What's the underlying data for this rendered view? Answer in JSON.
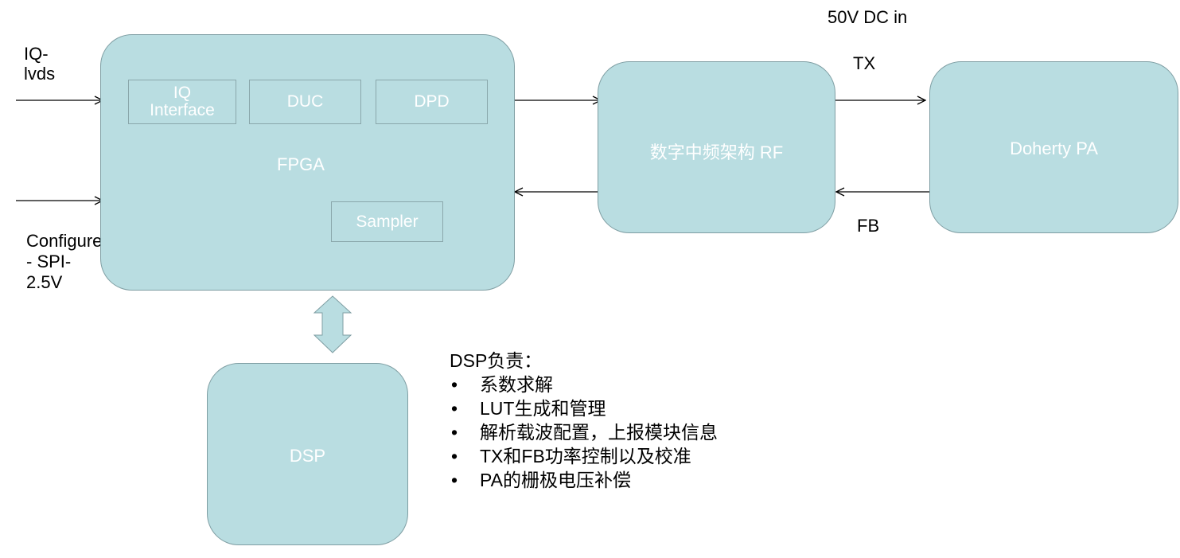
{
  "input_labels": {
    "iq_lvds_1": "IQ-",
    "iq_lvds_2": "lvds",
    "config_1": "Configure",
    "config_2": "- SPI-",
    "config_3": "2.5V"
  },
  "fpga": {
    "label": "FPGA",
    "iq_interface_1": "IQ",
    "iq_interface_2": "Interface",
    "duc": "DUC",
    "dpd": "DPD",
    "sampler": "Sampler"
  },
  "rf": {
    "label": "数字中频架构 RF"
  },
  "pa": {
    "label": "Doherty PA"
  },
  "dsp": {
    "label": "DSP"
  },
  "links": {
    "power": "50V DC in",
    "tx": "TX",
    "fb": "FB"
  },
  "notes": {
    "title": "DSP负责：",
    "items": [
      "系数求解",
      "LUT生成和管理",
      "解析载波配置，上报模块信息",
      "TX和FB功率控制以及校准",
      "PA的栅极电压补偿"
    ]
  },
  "colors": {
    "block_fill": "#b9dde1",
    "block_border": "#7f9ea3",
    "block_text": "#ffffff"
  }
}
